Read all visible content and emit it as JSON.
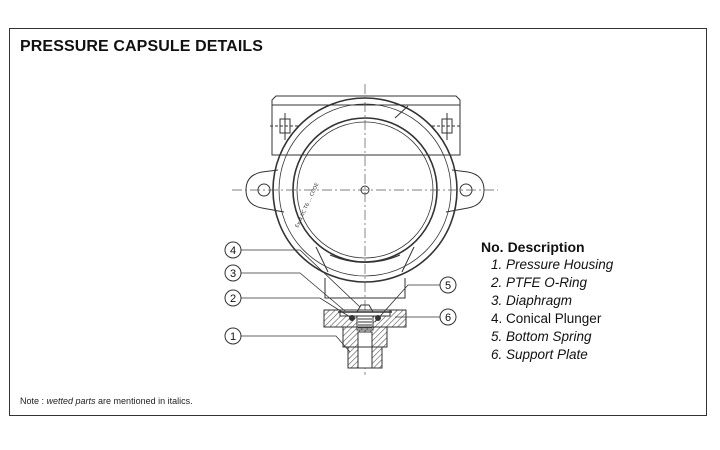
{
  "title": "PRESSURE CAPSULE DETAILS",
  "legend": {
    "header_no": "No.",
    "header_description": "Description",
    "items": [
      {
        "no": "1",
        "label": "1. Pressure Housing",
        "wetted": true
      },
      {
        "no": "2",
        "label": "2. PTFE O-Ring",
        "wetted": true
      },
      {
        "no": "3",
        "label": "3. Diaphragm",
        "wetted": true
      },
      {
        "no": "4",
        "label": "4. Conical Plunger",
        "wetted": false
      },
      {
        "no": "5",
        "label": "5. Bottom Spring",
        "wetted": true
      },
      {
        "no": "6",
        "label": "6. Support Plate",
        "wetted": true
      }
    ]
  },
  "callouts": [
    "1",
    "2",
    "3",
    "4",
    "5",
    "6"
  ],
  "housing_text": "Ex d IIC T6 ... CCOE",
  "note": {
    "prefix": "Note : ",
    "emphasis": "wetted parts",
    "suffix": " are mentioned in italics."
  },
  "colors": {
    "line": "#333333",
    "hatch": "#555555",
    "background": "#ffffff"
  }
}
